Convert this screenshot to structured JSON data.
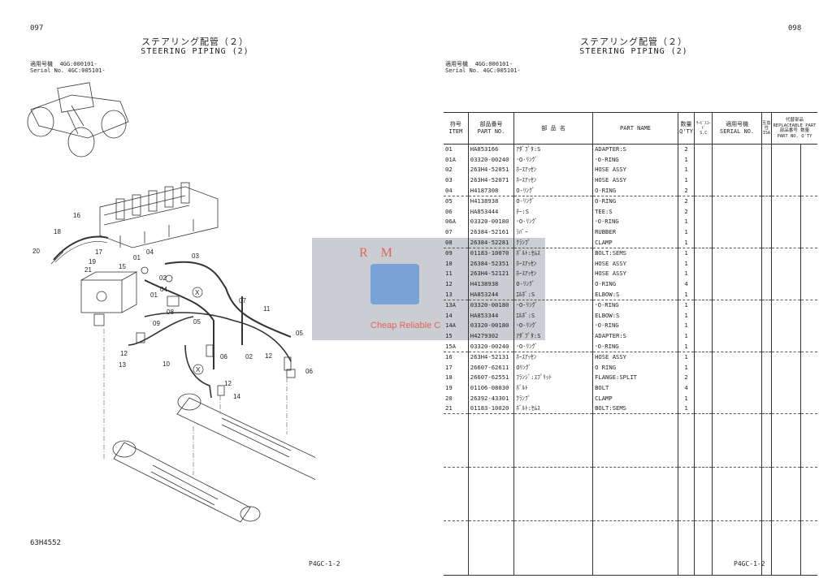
{
  "left_page": {
    "page_number": "097",
    "title_jp": "ステアリング配管（２）",
    "title_en": "STEERING PIPING (2)",
    "serial_label_jp": "適用号機",
    "serial_jp_value": "4GG:000101-",
    "serial_label_en": "Serial No.",
    "serial_en_value": "4GC:005101-",
    "drawing_number": "63H4552",
    "footer": "P4GC-1-2",
    "callouts": [
      "16",
      "18",
      "20",
      "17",
      "21",
      "19",
      "15",
      "01",
      "04",
      "03",
      "01",
      "04",
      "02",
      "08",
      "09",
      "05",
      "07",
      "11",
      "12",
      "13",
      "10",
      "06",
      "02",
      "12",
      "06",
      "05",
      "12",
      "14",
      "X",
      "X"
    ]
  },
  "right_page": {
    "page_number": "098",
    "title_jp": "ステアリング配管（２）",
    "title_en": "STEERING PIPING (2)",
    "serial_label_jp": "適用号機",
    "serial_jp_value": "4GG:000101-",
    "serial_label_en": "Serial No.",
    "serial_en_value": "4GC:005101-",
    "footer": "P4GC-1-2",
    "table": {
      "headers": {
        "item_jp": "符号",
        "item_en": "ITEM",
        "partno_jp": "部品番号",
        "partno_en": "PART NO.",
        "name_jp": "部 品 名",
        "partname_en": "PART NAME",
        "qty_jp": "数量",
        "qty_en": "Q'TY",
        "sc_jp": "ｻｰﾋﾞｽｺｰﾄﾞ",
        "sc_en": "S.C",
        "serial_jp": "適用号機",
        "serial_en": "SERIAL NO.",
        "isa_jp": "互換性",
        "isa_en": "ISA",
        "repl_jp": "代替部品",
        "repl_en": "REPLACEABLE PART",
        "repl_partno_jp": "部品番号",
        "repl_partno_en": "PART NO.",
        "repl_qty_jp": "数量",
        "repl_qty_en": "Q'TY"
      },
      "rows": [
        {
          "item": "01",
          "part_no": "HA853166",
          "name_jp": "ｱﾀﾞﾌﾟﾀ:S",
          "name_en": "ADAPTER:S",
          "qty": "2"
        },
        {
          "item": "01A",
          "part_no": "03320-00240",
          "name_jp": "･O-ﾘﾝｸﾞ",
          "name_en": "･O-RING",
          "qty": "1"
        },
        {
          "item": "02",
          "part_no": "263H4-52051",
          "name_jp": "ﾎｰｽｱｯｾﾝ",
          "name_en": "HOSE ASSY",
          "qty": "1"
        },
        {
          "item": "03",
          "part_no": "263H4-52071",
          "name_jp": "ﾎｰｽｱｯｾﾝ",
          "name_en": "HOSE ASSY",
          "qty": "1"
        },
        {
          "item": "04",
          "part_no": "H4187308",
          "name_jp": "O-ﾘﾝｸﾞ",
          "name_en": "O-RING",
          "qty": "2"
        },
        {
          "item": "05",
          "part_no": "H4138938",
          "name_jp": "O-ﾘﾝｸﾞ",
          "name_en": "O-RING",
          "qty": "2"
        },
        {
          "item": "06",
          "part_no": "HA853444",
          "name_jp": "ﾁｰ:S",
          "name_en": "TEE:S",
          "qty": "2"
        },
        {
          "item": "06A",
          "part_no": "03320-00180",
          "name_jp": "･O-ﾘﾝｸﾞ",
          "name_en": "･O-RING",
          "qty": "1"
        },
        {
          "item": "07",
          "part_no": "26384-52161",
          "name_jp": "ﾗﾊﾞｰ",
          "name_en": "RUBBER",
          "qty": "1"
        },
        {
          "item": "08",
          "part_no": "26384-52281",
          "name_jp": "ｸﾗﾝﾌﾟ",
          "name_en": "CLAMP",
          "qty": "1"
        },
        {
          "item": "09",
          "part_no": "01183-10070",
          "name_jp": "ﾎﾞﾙﾄ:ｾﾑｽ",
          "name_en": "BOLT:SEMS",
          "qty": "1"
        },
        {
          "item": "10",
          "part_no": "26384-52351",
          "name_jp": "ﾎｰｽｱｯｾﾝ",
          "name_en": "HOSE ASSY",
          "qty": "1"
        },
        {
          "item": "11",
          "part_no": "263H4-52121",
          "name_jp": "ﾎｰｽｱｯｾﾝ",
          "name_en": "HOSE ASSY",
          "qty": "1"
        },
        {
          "item": "12",
          "part_no": "H4138938",
          "name_jp": "O-ﾘﾝｸﾞ",
          "name_en": "O-RING",
          "qty": "4"
        },
        {
          "item": "13",
          "part_no": "HA853244",
          "name_jp": "ｴﾙﾎﾞ:S",
          "name_en": "ELBOW:S",
          "qty": "1"
        },
        {
          "item": "13A",
          "part_no": "03320-00180",
          "name_jp": "･O-ﾘﾝｸﾞ",
          "name_en": "･O-RING",
          "qty": "1"
        },
        {
          "item": "14",
          "part_no": "HA853344",
          "name_jp": "ｴﾙﾎﾞ:S",
          "name_en": "ELBOW:S",
          "qty": "1"
        },
        {
          "item": "14A",
          "part_no": "03320-00180",
          "name_jp": "･O-ﾘﾝｸﾞ",
          "name_en": "･O-RING",
          "qty": "1"
        },
        {
          "item": "15",
          "part_no": "H4279302",
          "name_jp": "ｱﾀﾞﾌﾟﾀ:S",
          "name_en": "ADAPTER:S",
          "qty": "1"
        },
        {
          "item": "15A",
          "part_no": "03320-00240",
          "name_jp": "･O-ﾘﾝｸﾞ",
          "name_en": "･O-RING",
          "qty": "1"
        },
        {
          "item": "16",
          "part_no": "263H4-52131",
          "name_jp": "ﾎｰｽｱｯｾﾝ",
          "name_en": "HOSE ASSY",
          "qty": "1"
        },
        {
          "item": "17",
          "part_no": "26607-62611",
          "name_jp": "Oﾘﾝｸﾞ",
          "name_en": "O RING",
          "qty": "1"
        },
        {
          "item": "18",
          "part_no": "26607-62551",
          "name_jp": "ﾌﾗﾝｼﾞ:ｽﾌﾟﾘｯﾄ",
          "name_en": "FLANGE:SPLIT",
          "qty": "2"
        },
        {
          "item": "19",
          "part_no": "01106-08030",
          "name_jp": "ﾎﾞﾙﾄ",
          "name_en": "BOLT",
          "qty": "4"
        },
        {
          "item": "20",
          "part_no": "26392-43301",
          "name_jp": "ｸﾗﾝﾌﾟ",
          "name_en": "CLAMP",
          "qty": "1"
        },
        {
          "item": "21",
          "part_no": "01183-10020",
          "name_jp": "ﾎﾞﾙﾄ:ｾﾑｽ",
          "name_en": "BOLT:SEMS",
          "qty": "1"
        }
      ]
    }
  },
  "watermark": {
    "logo_text": "R M",
    "tagline": "Cheap Reliable C"
  },
  "colors": {
    "ink": "#222222",
    "watermark_bg": "#bfc3c9",
    "watermark_logo": "#5c8fd0",
    "watermark_red": "#d9453a"
  }
}
